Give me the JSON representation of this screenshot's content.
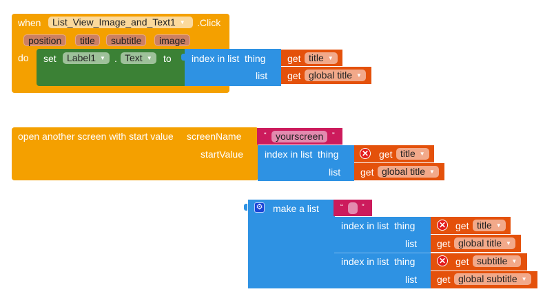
{
  "event_block": {
    "when": "when",
    "component": "List_View_Image_and_Text1",
    "event": ".Click",
    "params": [
      "position",
      "title",
      "subtitle",
      "image"
    ],
    "do": "do",
    "set_block": {
      "set": "set",
      "component": "Label1",
      "dot": ".",
      "property": "Text",
      "to": "to"
    },
    "index_block": {
      "label": "index in list  thing",
      "list_label": "list",
      "get_thing": {
        "get": "get",
        "var": "title"
      },
      "get_list": {
        "get": "get",
        "var": "global title"
      }
    }
  },
  "open_screen_block": {
    "label": "open another screen with start value",
    "screen_name_label": "screenName",
    "start_value_label": "startValue",
    "screen_string": {
      "open_quote": "“",
      "value": "yourscreen",
      "close_quote": "”"
    },
    "index_block": {
      "label": "index in list  thing",
      "list_label": "list",
      "get_thing": {
        "get": "get",
        "var": "title",
        "error": true
      },
      "get_list": {
        "get": "get",
        "var": "global title"
      }
    }
  },
  "make_list_block": {
    "label": "make a list",
    "first_string": {
      "open_quote": "“",
      "value": "",
      "close_quote": "”"
    },
    "items": [
      {
        "label": "index in list  thing",
        "list_label": "list",
        "get_thing": {
          "get": "get",
          "var": "title",
          "error": true
        },
        "get_list": {
          "get": "get",
          "var": "global title"
        }
      },
      {
        "label": "index in list  thing",
        "list_label": "list",
        "get_thing": {
          "get": "get",
          "var": "subtitle",
          "error": true
        },
        "get_list": {
          "get": "get",
          "var": "global subtitle"
        }
      }
    ]
  },
  "icons": {
    "dropdown": "▼",
    "error": "✕",
    "gear": "⚙"
  }
}
